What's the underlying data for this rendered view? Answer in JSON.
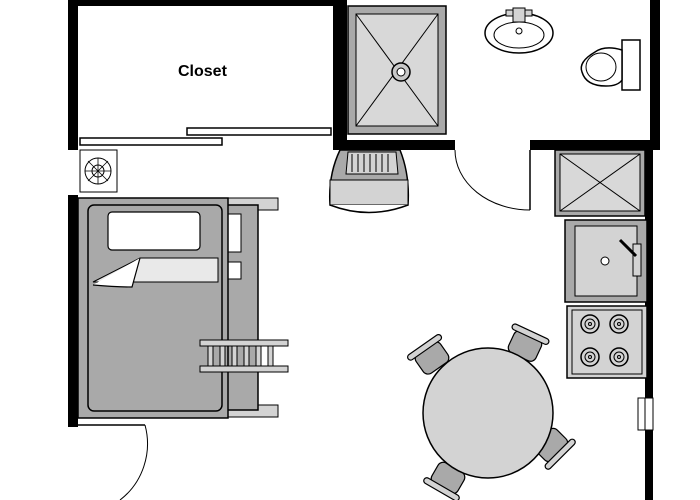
{
  "floorplan": {
    "rooms": [
      {
        "id": "closet",
        "label": "Closet"
      }
    ],
    "fixtures": [
      {
        "id": "shower",
        "name": "shower-icon"
      },
      {
        "id": "bathroom-sink",
        "name": "bathroom-sink-icon"
      },
      {
        "id": "toilet",
        "name": "toilet-icon"
      },
      {
        "id": "wall-heater",
        "name": "heater-icon"
      },
      {
        "id": "tv-unit",
        "name": "tv-icon"
      },
      {
        "id": "bunk-bed",
        "name": "bunk-bed-icon"
      },
      {
        "id": "refrigerator",
        "name": "refrigerator-icon"
      },
      {
        "id": "kitchen-sink",
        "name": "kitchen-sink-icon"
      },
      {
        "id": "stove",
        "name": "stove-icon"
      },
      {
        "id": "dining-table",
        "name": "dining-table-icon"
      },
      {
        "id": "entry-door",
        "name": "door-swing-icon"
      },
      {
        "id": "bathroom-door",
        "name": "door-swing-icon"
      }
    ],
    "colors": {
      "wall": "#000000",
      "fixture_fill": "#a9a9a9",
      "fixture_light": "#d3d3d3",
      "background": "#ffffff"
    }
  }
}
